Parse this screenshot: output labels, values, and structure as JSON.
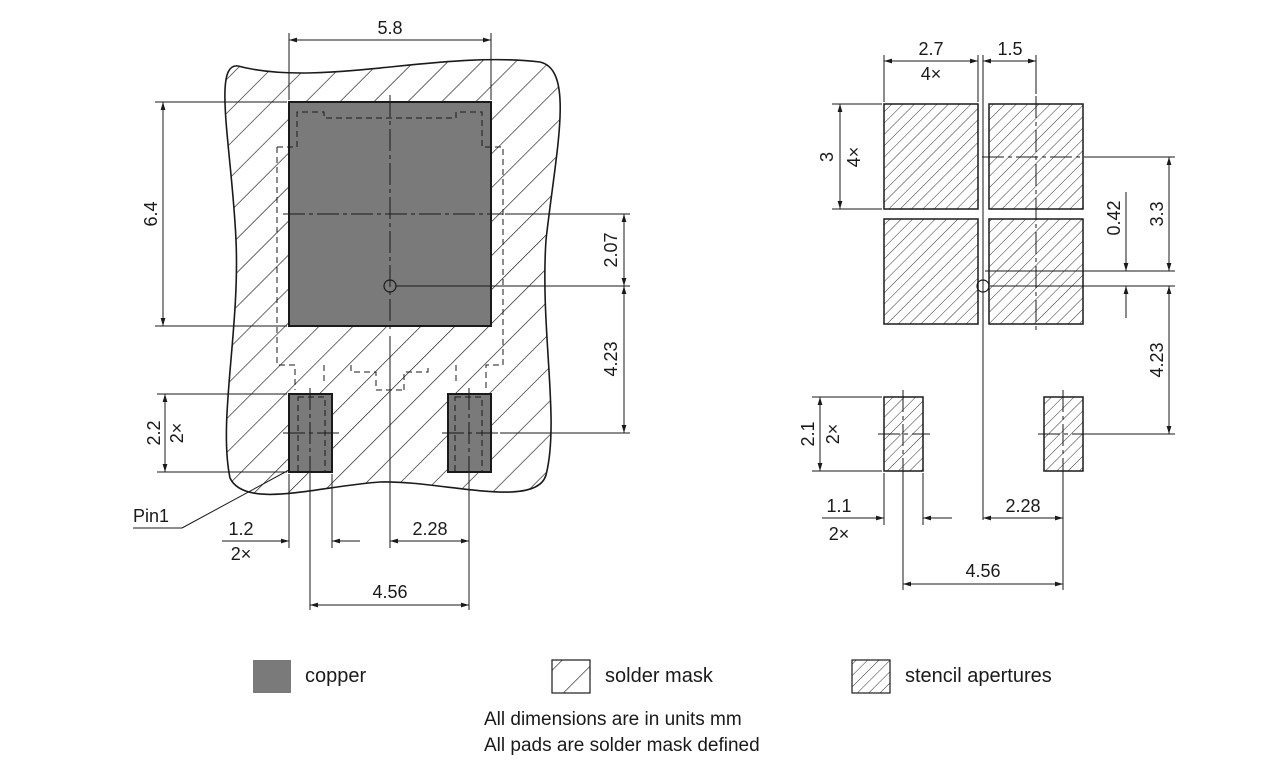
{
  "footprint": {
    "width_label": "5.8",
    "height_label": "6.4",
    "pad_to_center_label": "2.07",
    "center_to_pin_label": "4.23",
    "pin_height_label": "2.2",
    "pin_height_count": "2×",
    "pin_width_label": "1.2",
    "pin_width_count": "2×",
    "pin_half_pitch_label": "2.28",
    "pin_pitch_label": "4.56",
    "pin1_label": "Pin1"
  },
  "stencil": {
    "aperture_width_label": "2.7",
    "aperture_width_count": "4×",
    "offset_label": "1.5",
    "aperture_height_label": "3",
    "aperture_height_count": "4×",
    "gap_label": "0.42",
    "vertical_offset_label": "3.3",
    "center_to_pin_label": "4.23",
    "pin_height_label": "2.1",
    "pin_height_count": "2×",
    "pin_width_label": "1.1",
    "pin_width_count": "2×",
    "pin_half_pitch_label": "2.28",
    "pin_pitch_label": "4.56"
  },
  "legend": {
    "copper_label": "copper",
    "solder_mask_label": "solder mask",
    "stencil_label": "stencil apertures",
    "copper_color": "#7a7a7a"
  },
  "notes": {
    "line1": "All dimensions are in units mm",
    "line2": "All pads are solder mask defined"
  }
}
